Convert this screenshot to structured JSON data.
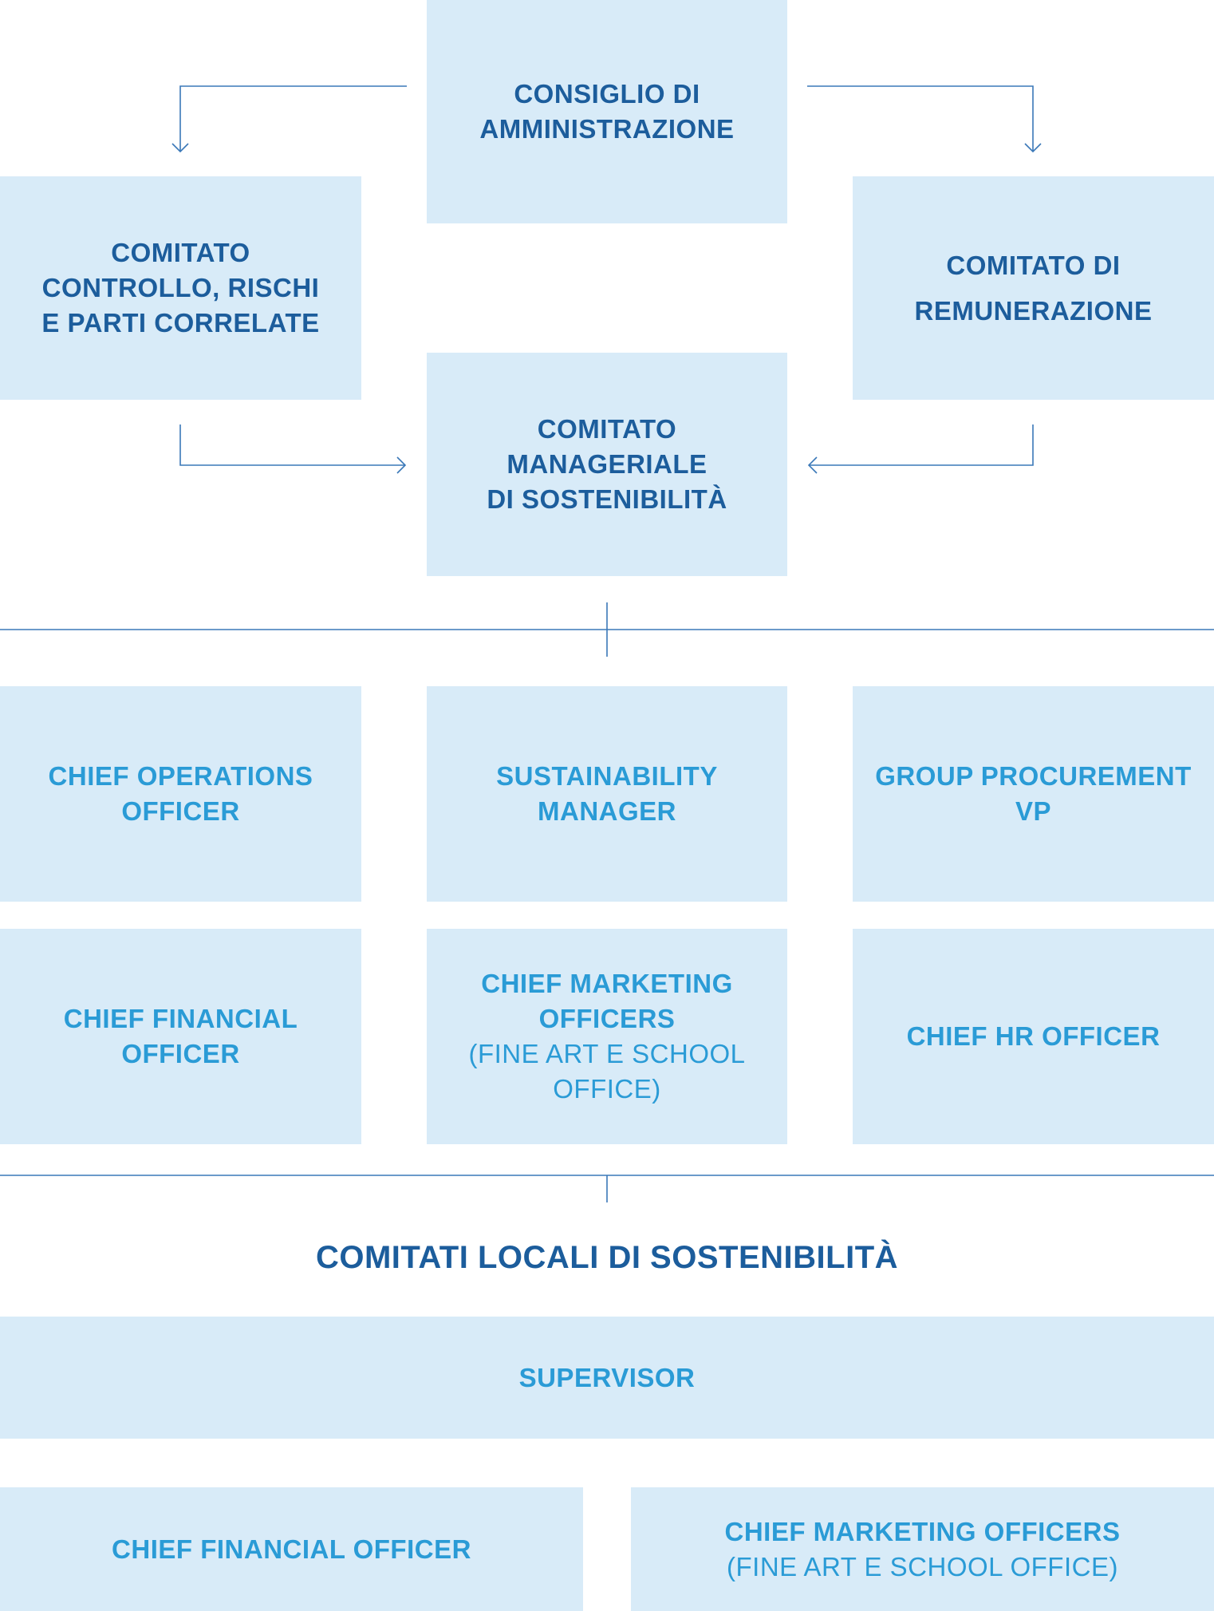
{
  "governance": {
    "board": "CONSIGLIO DI AMMINISTRAZIONE",
    "control_committee": [
      "COMITATO",
      "CONTROLLO, RISCHI",
      "E PARTI CORRELATE"
    ],
    "remuneration_committee": [
      "COMITATO DI",
      "REMUNERAZIONE"
    ],
    "sustainability_committee": [
      "COMITATO",
      "MANAGERIALE",
      "DI SOSTENIBILITÀ"
    ]
  },
  "members": [
    {
      "lines": [
        "CHIEF OPERATIONS",
        "OFFICER"
      ],
      "sub": []
    },
    {
      "lines": [
        "SUSTAINABILITY",
        "MANAGER"
      ],
      "sub": []
    },
    {
      "lines": [
        "GROUP PROCUREMENT",
        "VP"
      ],
      "sub": []
    },
    {
      "lines": [
        "CHIEF FINANCIAL",
        "OFFICER"
      ],
      "sub": []
    },
    {
      "lines": [
        "CHIEF MARKETING",
        "OFFICERS"
      ],
      "sub": [
        "(FINE ART E SCHOOL",
        "OFFICE)"
      ]
    },
    {
      "lines": [
        "CHIEF HR OFFICER"
      ],
      "sub": []
    }
  ],
  "local": {
    "heading": "COMITATI LOCALI DI SOSTENIBILITÀ",
    "supervisor": "SUPERVISOR",
    "cfo": "CHIEF FINANCIAL OFFICER",
    "cmo": "CHIEF MARKETING OFFICERS",
    "cmo_sub": "(FINE ART E SCHOOL OFFICE)"
  },
  "colors": {
    "box": "#d8ebf8",
    "dark_text": "#1c5d9c",
    "light_text": "#2a9bd6",
    "line": "#3a78b8"
  }
}
